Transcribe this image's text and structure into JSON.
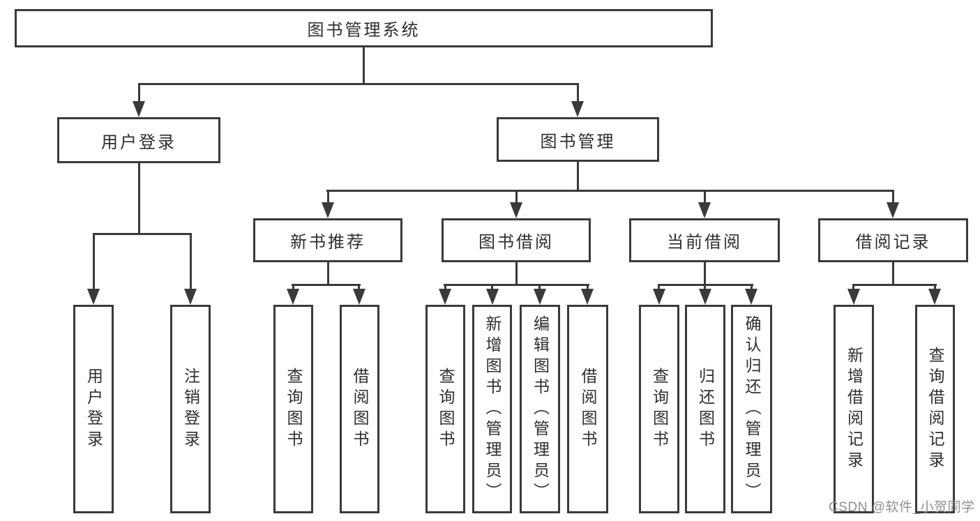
{
  "tree": {
    "label": "图书管理系统",
    "children": [
      {
        "label": "用户登录",
        "children": [
          {
            "label": "用户登录"
          },
          {
            "label": "注销登录"
          }
        ]
      },
      {
        "label": "图书管理",
        "children": [
          {
            "label": "新书推荐",
            "children": [
              {
                "label": "查询图书"
              },
              {
                "label": "借阅图书"
              }
            ]
          },
          {
            "label": "图书借阅",
            "children": [
              {
                "label": "查询图书"
              },
              {
                "label": "新增图书（管理员）"
              },
              {
                "label": "编辑图书（管理员）"
              },
              {
                "label": "借阅图书"
              }
            ]
          },
          {
            "label": "当前借阅",
            "children": [
              {
                "label": "查询图书"
              },
              {
                "label": "归还图书"
              },
              {
                "label": "确认归还（管理员）"
              }
            ]
          },
          {
            "label": "借阅记录",
            "children": [
              {
                "label": "新增借阅记录"
              },
              {
                "label": "查询借阅记录"
              }
            ]
          }
        ]
      }
    ]
  },
  "watermark": "CSDN @软件_小贺同学",
  "colors": {
    "line": "#3a3a3a",
    "border": "#3a3a3a",
    "text": "#2e2e2e",
    "watermark": "#8f8f8f",
    "background": "#ffffff"
  }
}
